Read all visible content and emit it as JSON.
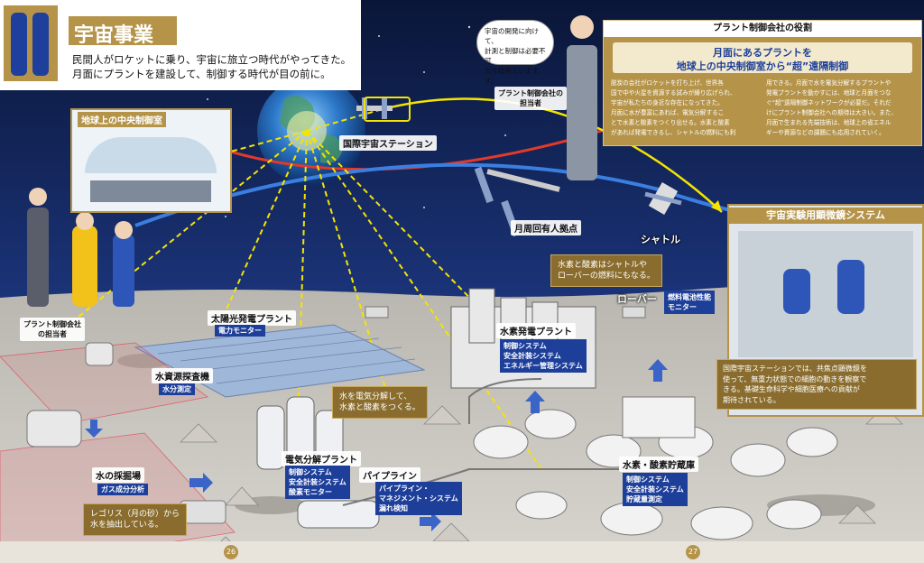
{
  "header": {
    "title": "宇宙事業",
    "lines": [
      "民間人がロケットに乗り、宇宙に旅立つ時代がやってきた。",
      "月面にプラントを建設して、制御する時代が目の前に。"
    ]
  },
  "earth_control": {
    "title": "地球上の中央制御室"
  },
  "iss": {
    "label": "国際宇宙ステーション"
  },
  "speech": {
    "lines": [
      "宇宙の開発に向けて、",
      "計測と制御は必要不可",
      "欠な技術といえます。"
    ]
  },
  "plant_company_right": {
    "label_lines": [
      "プラント制御会社の",
      "担当者"
    ]
  },
  "plant_company_left": {
    "label_lines": [
      "プラント制御会社",
      "の担当者"
    ]
  },
  "role_panel": {
    "heading": "プラント制御会社の役割",
    "subheading": [
      "月面にあるプラントを",
      "地球上の中央制御室から“超”遠隔制御"
    ],
    "col1": [
      "脱炭の会社がロケットを打ち上げ、世界各",
      "国で中や火星を資源する試みが繰り広げられ、",
      "宇宙が私たちの身近な存在になってきた。",
      "月面に水が豊富にあれば、電気分解するこ",
      "とで水素と酸素をつくり出せる。水素と酸素",
      "があれば発電できるし、シャトルの燃料にも利"
    ],
    "col2": [
      "用できる。月面で水を電気分解するプラントや",
      "発電プラントを動かすには、地球と月面をつな",
      "ぐ“超”遠隔制御ネットワークが必要だ。それだ",
      "けにプラント制御会社への期待は大きい。また、",
      "月面で生まれる先端技術は、地球上の省エネル",
      "ギーや資源などの課題にも応用されていく。"
    ]
  },
  "base": {
    "label": "月周回有人拠点"
  },
  "shuttle": {
    "label": "シャトル"
  },
  "fuel_note": {
    "lines": [
      "水素と酸素はシャトルや",
      "ローバーの燃料にもなる。"
    ]
  },
  "rover": {
    "label": "ローバー"
  },
  "fuel_cell": {
    "lines": [
      "燃料電池性能",
      "モニター"
    ]
  },
  "microscope": {
    "title": "宇宙実験用顕微鏡システム",
    "note": [
      "国際宇宙ステーションでは、共焦点顕微鏡を",
      "使って、無重力状態での細胞の動きを観察で",
      "きる。基礎生命科学や細胞医療への貢献が",
      "期待されている。"
    ]
  },
  "solar": {
    "label": "太陽光発電プラント",
    "sub": "電力モニター"
  },
  "water_probe": {
    "label": "水資源探査機",
    "sub": "水分測定"
  },
  "h2_power": {
    "label": "水素発電プラント",
    "subs": [
      "制御システム",
      "安全計装システム",
      "エネルギー管理システム"
    ]
  },
  "electrolysis_note": {
    "lines": [
      "水を電気分解して、",
      "水素と酸素をつくる。"
    ]
  },
  "electrolysis": {
    "label": "電気分解プラント",
    "subs": [
      "制御システム",
      "安全計装システム",
      "酸素モニター"
    ]
  },
  "pipeline": {
    "label": "パイプライン",
    "subs": [
      "パイプライン・",
      "マネジメント・システム",
      "漏れ検知"
    ]
  },
  "storage": {
    "label": "水素・酸素貯蔵庫",
    "subs": [
      "制御システム",
      "安全計装システム",
      "貯蔵量測定"
    ]
  },
  "mining": {
    "label": "水の採掘場",
    "sub": "ガス成分分析"
  },
  "regolith_note": {
    "lines": [
      "レゴリス（月の砂）から",
      "水を抽出している。"
    ]
  },
  "pages": [
    "26",
    "27"
  ],
  "colors": {
    "gold": "#b5944a",
    "navy": "#0d1b3f",
    "label_blue": "#1d3f9a",
    "yellow_line": "#f5e400",
    "red_orbit": "#e23a2a"
  }
}
